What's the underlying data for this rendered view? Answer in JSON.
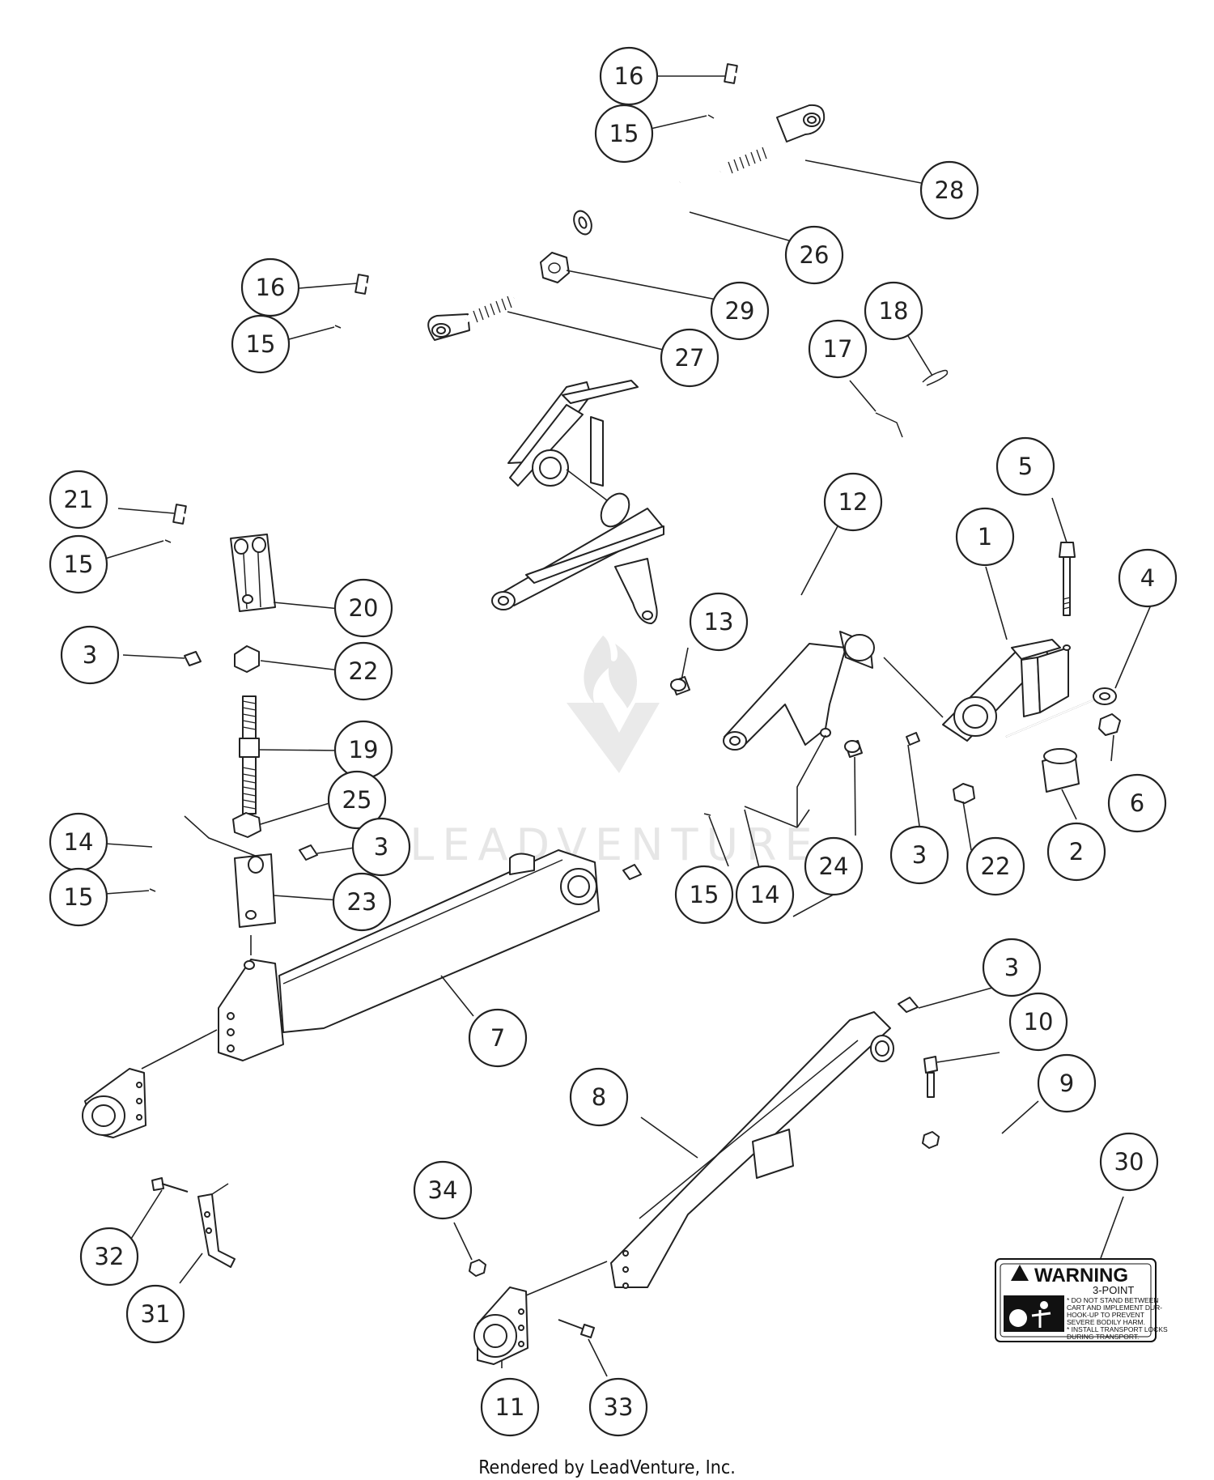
{
  "watermark": {
    "text": "LEADVENTURE"
  },
  "footer": {
    "text": "Rendered by LeadVenture, Inc."
  },
  "warning_decal": {
    "title": "WARNING",
    "subtitle": "3-POINT",
    "lines": [
      "* DO NOT STAND BETWEEN",
      "CART AND IMPLEMENT DUR-",
      "HOOK-UP TO PREVENT",
      "SEVERE BODILY HARM.",
      "* INSTALL TRANSPORT LOCKS",
      "DURING TRANSPORT."
    ]
  },
  "callouts": [
    {
      "label": "16"
    },
    {
      "label": "15"
    },
    {
      "label": "28"
    },
    {
      "label": "26"
    },
    {
      "label": "16"
    },
    {
      "label": "15"
    },
    {
      "label": "29"
    },
    {
      "label": "27"
    },
    {
      "label": "18"
    },
    {
      "label": "17"
    },
    {
      "label": "21"
    },
    {
      "label": "15"
    },
    {
      "label": "20"
    },
    {
      "label": "3"
    },
    {
      "label": "22"
    },
    {
      "label": "19"
    },
    {
      "label": "25"
    },
    {
      "label": "14"
    },
    {
      "label": "3"
    },
    {
      "label": "15"
    },
    {
      "label": "23"
    },
    {
      "label": "12"
    },
    {
      "label": "5"
    },
    {
      "label": "1"
    },
    {
      "label": "4"
    },
    {
      "label": "13"
    },
    {
      "label": "6"
    },
    {
      "label": "3"
    },
    {
      "label": "22"
    },
    {
      "label": "2"
    },
    {
      "label": "24"
    },
    {
      "label": "15"
    },
    {
      "label": "14"
    },
    {
      "label": "7"
    },
    {
      "label": "3"
    },
    {
      "label": "10"
    },
    {
      "label": "9"
    },
    {
      "label": "8"
    },
    {
      "label": "30"
    },
    {
      "label": "34"
    },
    {
      "label": "32"
    },
    {
      "label": "31"
    },
    {
      "label": "11"
    },
    {
      "label": "33"
    }
  ]
}
